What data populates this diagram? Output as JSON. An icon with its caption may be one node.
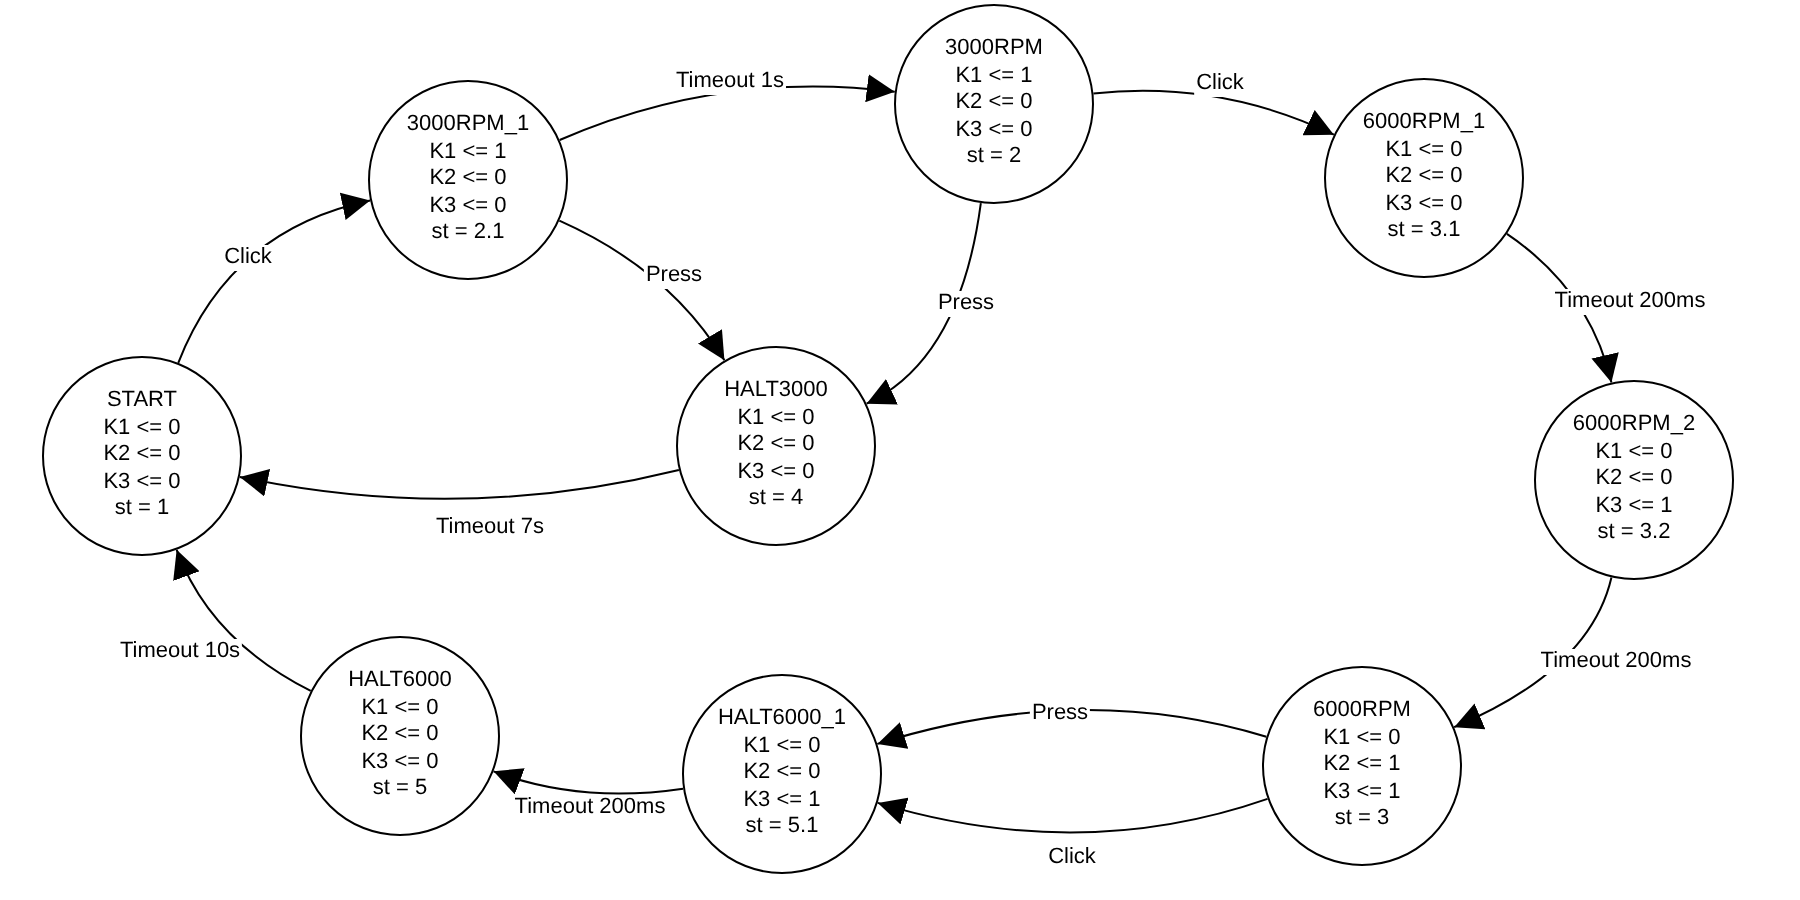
{
  "diagram": {
    "nodes": [
      {
        "text": [
          "START",
          "K1 <= 0",
          "K2 <= 0",
          "K3 <= 0",
          "st = 1"
        ]
      },
      {
        "text": [
          "3000RPM_1",
          "K1 <= 1",
          "K2 <= 0",
          "K3 <= 0",
          "st = 2.1"
        ]
      },
      {
        "text": [
          "3000RPM",
          "K1 <= 1",
          "K2 <= 0",
          "K3 <= 0",
          "st = 2"
        ]
      },
      {
        "text": [
          "HALT3000",
          "K1 <= 0",
          "K2 <= 0",
          "K3 <= 0",
          "st = 4"
        ]
      },
      {
        "text": [
          "6000RPM_1",
          "K1 <= 0",
          "K2 <= 0",
          "K3 <= 0",
          "st = 3.1"
        ]
      },
      {
        "text": [
          "6000RPM_2",
          "K1 <= 0",
          "K2 <= 0",
          "K3 <= 1",
          "st = 3.2"
        ]
      },
      {
        "text": [
          "6000RPM",
          "K1 <= 0",
          "K2 <= 1",
          "K3 <= 1",
          "st = 3"
        ]
      },
      {
        "text": [
          "HALT6000_1",
          "K1 <= 0",
          "K2 <= 0",
          "K3 <= 1",
          "st = 5.1"
        ]
      },
      {
        "text": [
          "HALT6000",
          "K1 <= 0",
          "K2 <= 0",
          "K3 <= 0",
          "st = 5"
        ]
      }
    ],
    "edges": [
      {
        "from": 0,
        "to": 1,
        "arrow": "to",
        "label": "Click"
      },
      {
        "from": 1,
        "to": 2,
        "arrow": "to",
        "label": "Timeout 1s"
      },
      {
        "from": 1,
        "to": 3,
        "arrow": "to",
        "label": "Press"
      },
      {
        "from": 2,
        "to": 3,
        "arrow": "to",
        "label": "Press"
      },
      {
        "from": 3,
        "to": 0,
        "arrow": "to",
        "label": "Timeout 7s"
      },
      {
        "from": 2,
        "to": 4,
        "arrow": "to",
        "label": "Click"
      },
      {
        "from": 4,
        "to": 5,
        "arrow": "to",
        "label": "Timeout 200ms"
      },
      {
        "from": 5,
        "to": 6,
        "arrow": "to",
        "label": "Timeout 200ms"
      },
      {
        "from": 6,
        "to": 7,
        "arrow": "to",
        "label": "Press"
      },
      {
        "from": 6,
        "to": 7,
        "arrow": "to",
        "label": "Click"
      },
      {
        "from": 7,
        "to": 8,
        "arrow": "to",
        "label": "Timeout 200ms"
      },
      {
        "from": 8,
        "to": 0,
        "arrow": "to",
        "label": "Timeout 10s"
      }
    ]
  }
}
